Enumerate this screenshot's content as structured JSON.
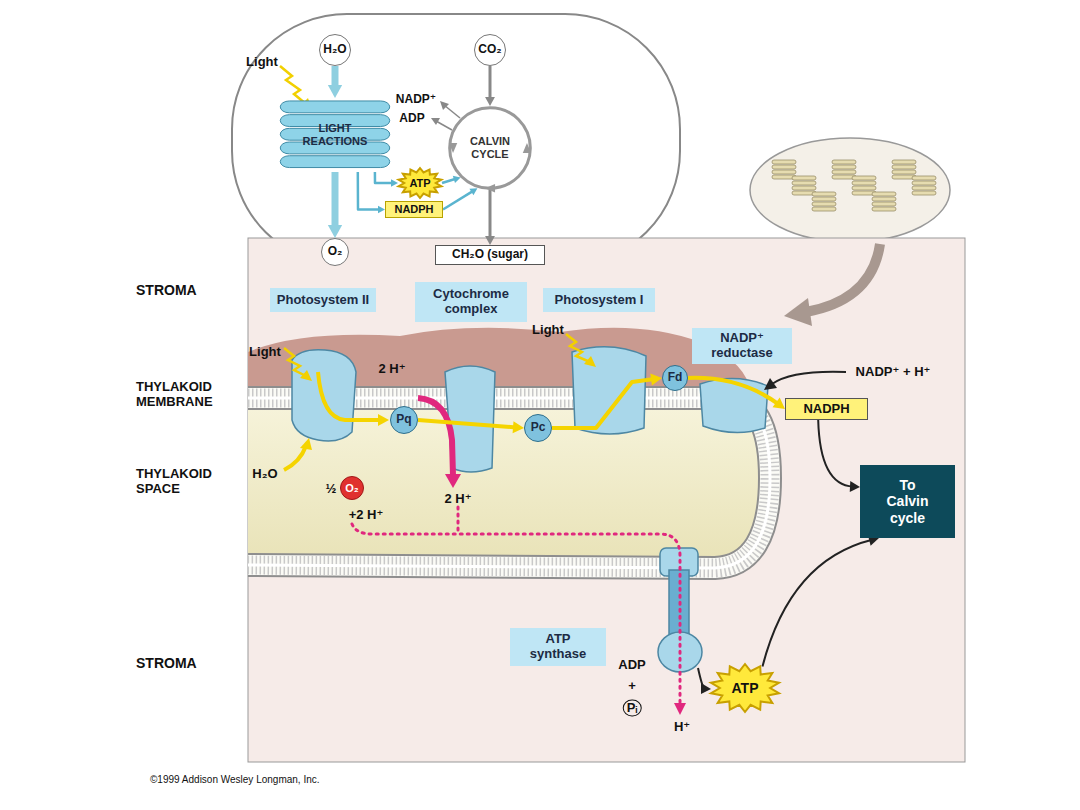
{
  "diagram": {
    "nodes": [
      {
        "text": [
          "H₂O"
        ]
      },
      {
        "text": [
          "CO₂"
        ]
      },
      {
        "text": [
          "LIGHT REACTIONS"
        ]
      },
      {
        "text": [
          "CALVIN CYCLE"
        ]
      },
      {
        "text": [
          "ATP"
        ]
      },
      {
        "text": [
          "NADPH"
        ]
      },
      {
        "text": [
          "O₂"
        ]
      },
      {
        "text": [
          "CH₂O (sugar)"
        ]
      },
      {
        "text": [
          "Photosystem II"
        ]
      },
      {
        "text": [
          "Cytochrome complex"
        ]
      },
      {
        "text": [
          "Photosystem I"
        ]
      },
      {
        "text": [
          "NADP⁺ reductase"
        ]
      },
      {
        "text": [
          "Fd"
        ]
      },
      {
        "text": [
          "Pq"
        ]
      },
      {
        "text": [
          "Pc"
        ]
      },
      {
        "text": [
          "NADPH"
        ]
      },
      {
        "text": [
          "O₂"
        ]
      },
      {
        "text": [
          "To Calvin cycle"
        ]
      },
      {
        "text": [
          "ATP synthase"
        ]
      },
      {
        "text": [
          "ATP"
        ]
      }
    ],
    "edges": [
      {
        "from": 0,
        "to": 2,
        "arrow": "to"
      },
      {
        "from": 2,
        "to": 6,
        "arrow": "to"
      },
      {
        "from": 1,
        "to": 3,
        "arrow": "to"
      },
      {
        "from": 3,
        "to": 7,
        "arrow": "to"
      },
      {
        "from": 2,
        "to": 4,
        "arrow": "to"
      },
      {
        "from": 2,
        "to": 5,
        "arrow": "to"
      },
      {
        "from": 4,
        "to": 3,
        "arrow": "to"
      },
      {
        "from": 5,
        "to": 3,
        "arrow": "to"
      },
      {
        "from": 13,
        "to": 14,
        "arrow": "to"
      },
      {
        "from": 14,
        "to": 12,
        "arrow": "to"
      },
      {
        "from": 12,
        "to": 15,
        "arrow": "to"
      },
      {
        "from": 15,
        "to": 17,
        "arrow": "to"
      },
      {
        "from": 19,
        "to": 17,
        "arrow": "to"
      }
    ],
    "labels": [
      "Light",
      "NADP⁺",
      "ADP",
      "STROMA",
      "THYLAKOID MEMBRANE",
      "THYLAKOID SPACE",
      "STROMA",
      "Light",
      "2 H⁺",
      "Light",
      "NADP⁺ + H⁺",
      "H₂O",
      "½",
      "+2 H⁺",
      "2 H⁺",
      "ADP",
      "+",
      "Pᵢ",
      "H⁺",
      "©1999 Addison Wesley Longman, Inc."
    ]
  }
}
